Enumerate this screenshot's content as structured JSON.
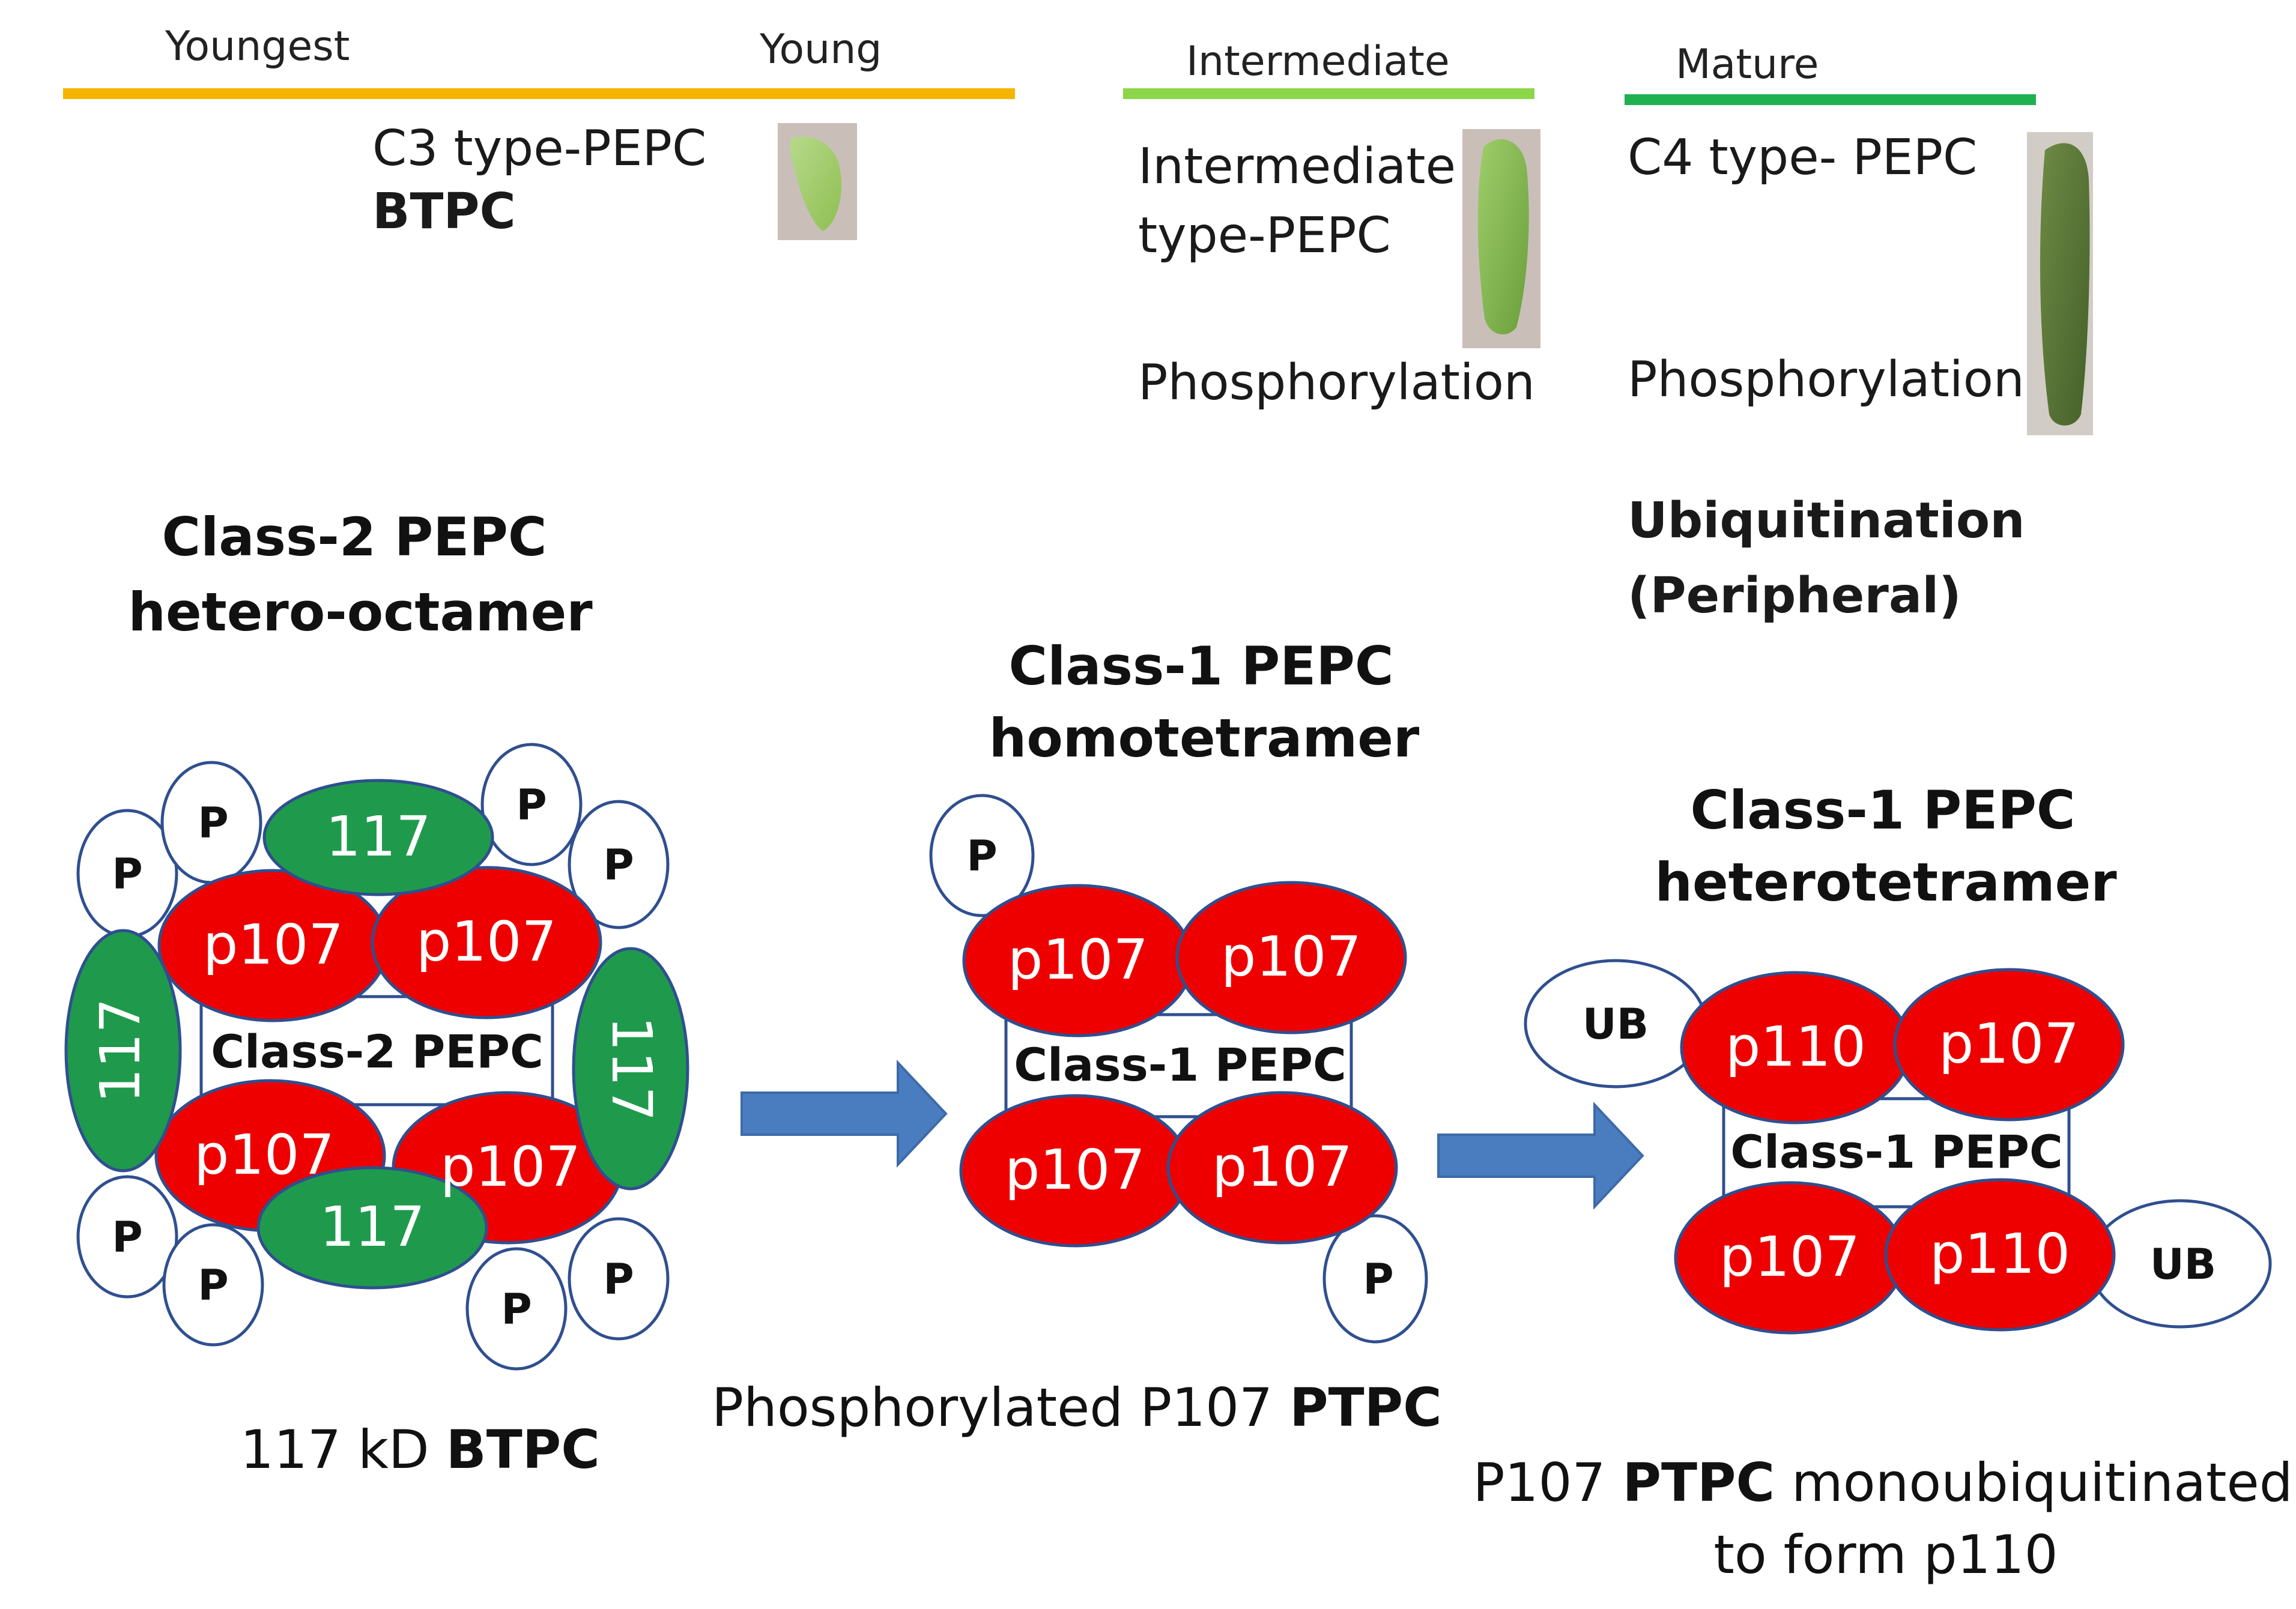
{
  "stages": {
    "youngest": "Youngest",
    "young": "Young",
    "intermediate": "Intermediate",
    "mature": "Mature"
  },
  "stage_colors": {
    "young": "#f5b400",
    "intermediate": "#8cd64a",
    "mature": "#1fb050"
  },
  "young_panel": {
    "line1": "C3 type-PEPC",
    "line2": "BTPC"
  },
  "intermediate_panel": {
    "line1": "Intermediate",
    "line2": "type-PEPC",
    "line3": "Phosphorylation"
  },
  "mature_panel": {
    "line1": "C4 type- PEPC",
    "line2": "Phosphorylation",
    "line3": "Ubiquitination",
    "line4": "(Peripheral)"
  },
  "complex1": {
    "title1": "Class-2 PEPC",
    "title2": "hetero-octamer",
    "core": "Class-2 PEPC",
    "subunit_117": "117",
    "subunit_p107": "p107",
    "phospho": "P",
    "caption_plain": "117 kD ",
    "caption_bold": "BTPC"
  },
  "complex2": {
    "title1": "Class-1 PEPC",
    "title2": "homotetramer",
    "core": "Class-1 PEPC",
    "subunit_p107": "p107",
    "phospho": "P",
    "caption_plain": "Phosphorylated P107 ",
    "caption_bold": "PTPC"
  },
  "complex3": {
    "title1": "Class-1 PEPC",
    "title2": "heterotetramer",
    "core": "Class-1 PEPC",
    "subunit_p110": "p110",
    "subunit_p107": "p107",
    "ubiquitin": "UB",
    "caption_line1_plain_a": "P107 ",
    "caption_line1_bold": "PTPC",
    "caption_line1_plain_b": " monoubiquitinated",
    "caption_line2": "to form p110"
  },
  "colors": {
    "red_subunit": "#ee0000",
    "green_subunit": "#1f9a4c",
    "outline": "#2f4f8f",
    "arrow": "#4a7cc0"
  }
}
